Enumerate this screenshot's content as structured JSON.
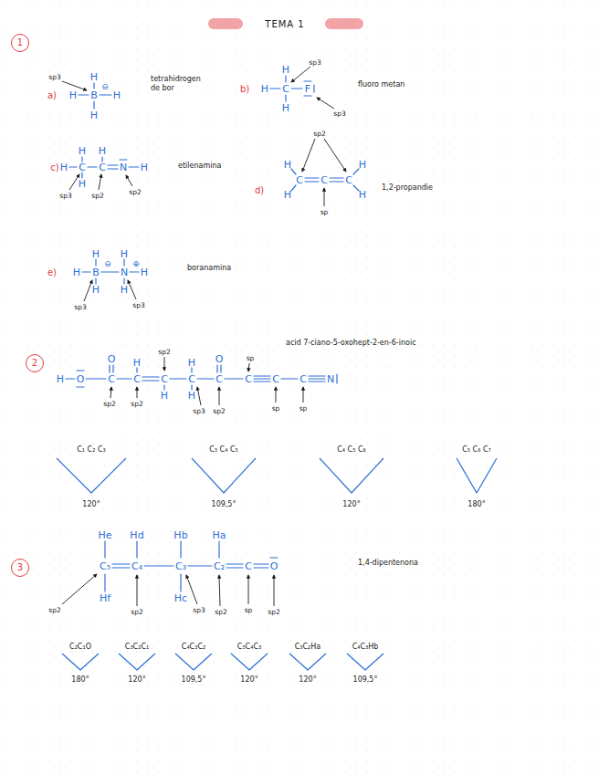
{
  "diagram": {
    "title": "TEMA 1",
    "nodes": [
      {
        "text": [
          "1"
        ]
      },
      {
        "text": [
          "2"
        ]
      },
      {
        "text": [
          "3"
        ]
      }
    ],
    "labels": [
      "a)",
      "H",
      "H",
      "B",
      "⊖",
      "H",
      "H",
      "sp3",
      "tetrahidrogen de bor",
      "b)",
      "H",
      "H",
      "C",
      "F",
      "H",
      "sp3",
      "sp3",
      "fluoro metan",
      "c)",
      "H",
      "H",
      "H",
      "C",
      "C",
      "N",
      "H",
      "H",
      "sp3",
      "sp2",
      "sp2",
      "etilenamina",
      "d)",
      "sp2",
      "H",
      "H",
      "C",
      "C",
      "C",
      "H",
      "H",
      "sp",
      "1,2-propandie",
      "e)",
      "H",
      "H",
      "H",
      "B",
      "⊖",
      "N",
      "⊕",
      "H",
      "H",
      "H",
      "sp3",
      "sp3",
      "boranamina",
      "acid 7-ciano-5-oxohept-2-en-6-inoic",
      "O",
      "H",
      "sp2",
      "H",
      "O",
      "sp",
      "H",
      "O",
      "C",
      "C",
      "C",
      "C",
      "C",
      "C",
      "C",
      "C",
      "N",
      "H",
      "H",
      "sp2",
      "sp2",
      "sp3",
      "sp2",
      "sp",
      "sp",
      "C₁ C₂ C₃",
      "120°",
      "C₃ C₄ C₅",
      "109,5°",
      "C₄ C₅ C₆",
      "120°",
      "C₅ C₆ C₇",
      "180°",
      "He",
      "Hd",
      "Hb",
      "Ha",
      "C₅",
      "C₄",
      "C₃",
      "C₂",
      "C",
      "O",
      "Hf",
      "Hc",
      "sp2",
      "sp2",
      "sp3",
      "sp2",
      "sp",
      "sp2",
      "1,4-dipentenona",
      "C₂C₁O",
      "180°",
      "C₃C₂C₁",
      "120°",
      "C₄C₃C₂",
      "109,5°",
      "C₅C₄C₃",
      "120°",
      "C₃C₂Ha",
      "120°",
      "C₄C₃Hb",
      "109,5°"
    ]
  }
}
